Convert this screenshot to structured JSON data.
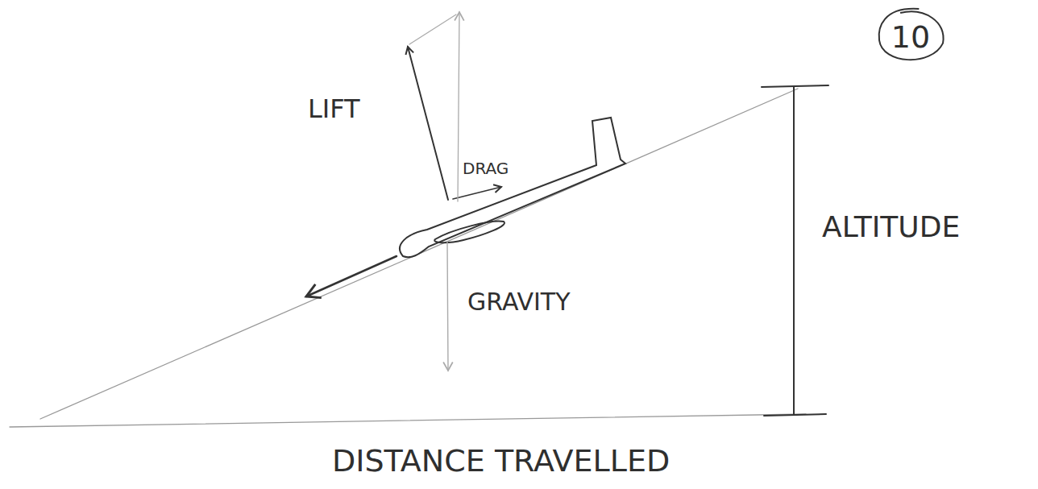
{
  "diagram": {
    "nodes": [
      {
        "text": [
          "10"
        ]
      }
    ],
    "labels": [
      "LIFT",
      "DRAG",
      "GRAVITY",
      "ALTITUDE",
      "DISTANCE TRAVELLED"
    ]
  }
}
